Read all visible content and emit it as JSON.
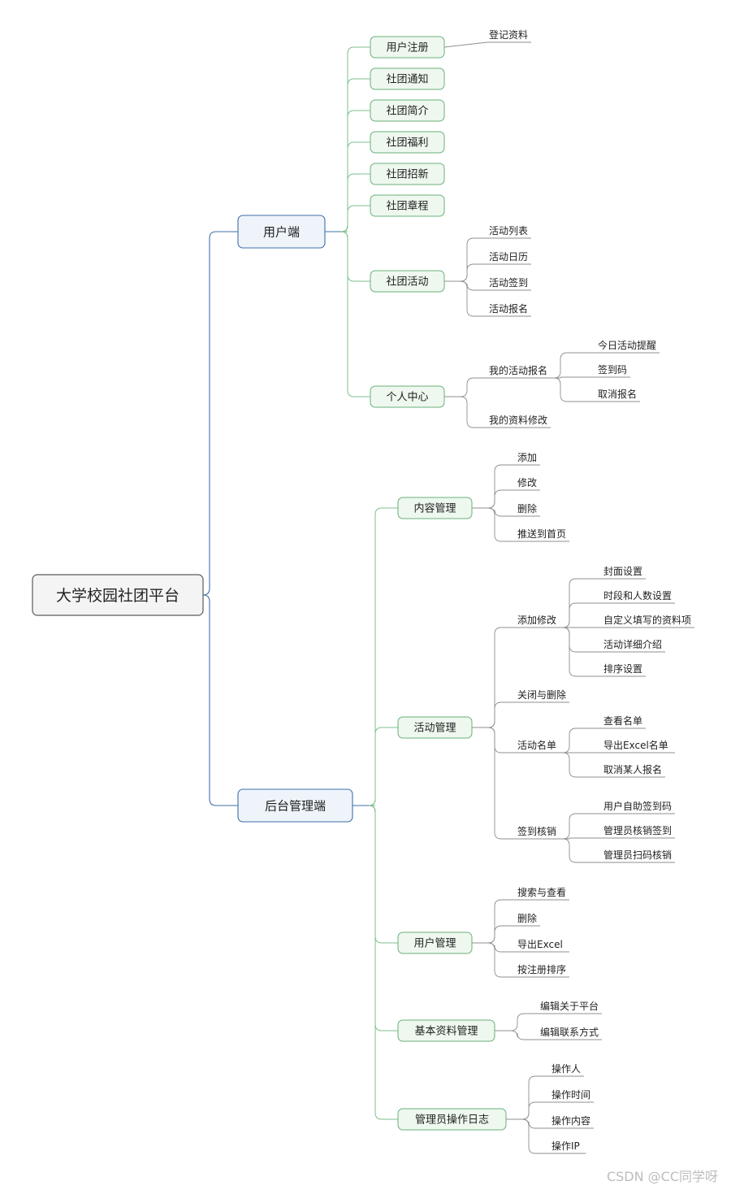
{
  "root": "大学校园社团平台",
  "watermark": "CSDN @CC同学呀",
  "branches": [
    {
      "label": "用户端",
      "children": [
        {
          "label": "用户注册",
          "children": [
            {
              "label": "登记资料"
            }
          ]
        },
        {
          "label": "社团通知"
        },
        {
          "label": "社团简介"
        },
        {
          "label": "社团福利"
        },
        {
          "label": "社团招新"
        },
        {
          "label": "社团章程"
        },
        {
          "label": "社团活动",
          "children": [
            {
              "label": "活动列表"
            },
            {
              "label": "活动日历"
            },
            {
              "label": "活动签到"
            },
            {
              "label": "活动报名"
            }
          ]
        },
        {
          "label": "个人中心",
          "children": [
            {
              "label": "我的活动报名",
              "children": [
                {
                  "label": "今日活动提醒"
                },
                {
                  "label": "签到码"
                },
                {
                  "label": "取消报名"
                }
              ]
            },
            {
              "label": "我的资料修改"
            }
          ]
        }
      ]
    },
    {
      "label": "后台管理端",
      "children": [
        {
          "label": "内容管理",
          "children": [
            {
              "label": "添加"
            },
            {
              "label": "修改"
            },
            {
              "label": "删除"
            },
            {
              "label": "推送到首页"
            }
          ]
        },
        {
          "label": "活动管理",
          "children": [
            {
              "label": "添加修改",
              "children": [
                {
                  "label": "封面设置"
                },
                {
                  "label": "时段和人数设置"
                },
                {
                  "label": "自定义填写的资料项"
                },
                {
                  "label": "活动详细介绍"
                },
                {
                  "label": "排序设置"
                }
              ]
            },
            {
              "label": "关闭与删除"
            },
            {
              "label": "活动名单",
              "children": [
                {
                  "label": "查看名单"
                },
                {
                  "label": "导出Excel名单"
                },
                {
                  "label": "取消某人报名"
                }
              ]
            },
            {
              "label": "签到核销",
              "children": [
                {
                  "label": "用户自助签到码"
                },
                {
                  "label": "管理员核销签到"
                },
                {
                  "label": "管理员扫码核销"
                }
              ]
            }
          ]
        },
        {
          "label": "用户管理",
          "children": [
            {
              "label": "搜索与查看"
            },
            {
              "label": "删除"
            },
            {
              "label": "导出Excel"
            },
            {
              "label": "按注册排序"
            }
          ]
        },
        {
          "label": "基本资料管理",
          "children": [
            {
              "label": "编辑关于平台"
            },
            {
              "label": "编辑联系方式"
            }
          ]
        },
        {
          "label": "管理员操作日志",
          "children": [
            {
              "label": "操作人"
            },
            {
              "label": "操作时间"
            },
            {
              "label": "操作内容"
            },
            {
              "label": "操作IP"
            }
          ]
        }
      ]
    }
  ]
}
